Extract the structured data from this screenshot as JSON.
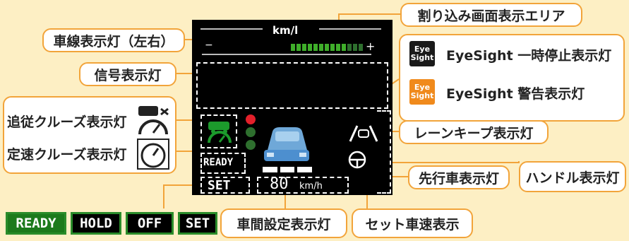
{
  "labels": {
    "interrupt_area": "割り込み画面表示エリア",
    "lane_lamp": "車線表示灯（左右）",
    "signal_lamp": "信号表示灯",
    "eyesight_pause": "EyeSight 一時停止表示灯",
    "eyesight_warning": "EyeSight 警告表示灯",
    "follow_cruise": "追従クルーズ表示灯",
    "constant_cruise": "定速クルーズ表示灯",
    "lane_keep": "レーンキープ表示灯",
    "lead_vehicle": "先行車表示灯",
    "steering_lamp": "ハンドル表示灯",
    "distance_setting": "車間設定表示灯",
    "set_speed": "セット車速表示"
  },
  "screen": {
    "fuel_unit": "km/l",
    "minus": "−",
    "plus": "+",
    "ready_small": "READY",
    "set_small": "SET",
    "speed_value": "80",
    "speed_unit": "km/h"
  },
  "badges": {
    "pause_line1": "Eye",
    "pause_line2": "Sight",
    "warn_line1": "Eye",
    "warn_line2": "Sight"
  },
  "buttons": [
    "READY",
    "HOLD",
    "OFF",
    "SET"
  ],
  "colors": {
    "background": "#fdefc4",
    "callout_border": "#f2a43a",
    "lamp_green": "#1c7a1c",
    "warning_orange": "#f08a1c",
    "signal_red": "#e3202a"
  }
}
